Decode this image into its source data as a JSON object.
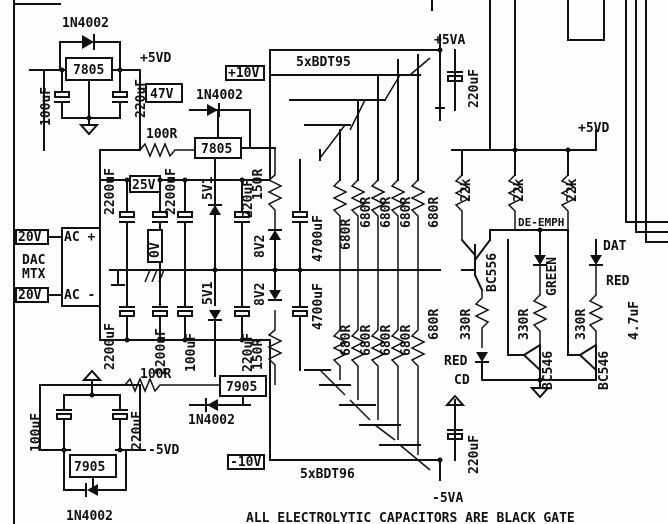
{
  "labels": {
    "reg_top_left": "7805",
    "reg_top_mid": "7805",
    "reg_bot_left": "7905",
    "reg_bot_mid": "7905",
    "diode_top_left": "1N4002",
    "diode_top_mid": "1N4002",
    "diode_bot_mid": "1N4002",
    "diode_bot_left": "1N4002",
    "rail_plus5vd": "+5VD",
    "rail_minus5vd": "-5VD",
    "rail_plus5va": "+5VA",
    "rail_minus5va": "-5VA",
    "rail_plus5vd_right": "+5VD",
    "box_plus10v": "+10V",
    "box_minus10v": "-10V",
    "box_47v": "47V",
    "box_25v": "25V",
    "box_0v": "0V",
    "box_20v_top": "20V",
    "box_20v_bot": "20V",
    "dac_line1": "DAC",
    "dac_line2": "MTX",
    "ac_plus": "AC +",
    "ac_minus": "AC -",
    "cap_100uf_tl": "100uF",
    "cap_220uf_tl": "220uF",
    "cap_2200uf_left_top": "2200uF",
    "cap_2200uf_mid_top": "2200uF",
    "cap_220uf_mid_top": "220uF",
    "cap_2200uf_left_bot": "2200uF",
    "cap_2200uf_mid_bot": "2200uF",
    "cap_100uf_mid_bot": "100uF",
    "cap_220uf_mid_bot": "220uF",
    "cap_100uf_bl": "100uF",
    "cap_220uf_bl": "220uF",
    "cap_4700uf_top": "4700uF",
    "cap_4700uf_bot": "4700uF",
    "cap_220uf_5va": "220uF",
    "cap_220uf_m5va": "220uF",
    "cap_4_7uf": "4.7uF",
    "res_100r_top": "100R",
    "res_100r_bot": "100R",
    "res_150r_top": "150R",
    "res_150r_bot": "150R",
    "res_680r": "680R",
    "res_22k": "22k",
    "res_330r": "330R",
    "zener_5v1": "5V1",
    "zener_8v2": "8V2",
    "bdt95": "5xBDT95",
    "bdt96": "5xBDT96",
    "bc556": "BC556",
    "bc546": "BC546",
    "de_emph": "DE-EMPH",
    "dat": "DAT",
    "red": "RED",
    "green": "GREEN",
    "cd": "CD",
    "footer_note": "ALL ELECTROLYTIC CAPACITORS ARE BLACK GATE"
  }
}
